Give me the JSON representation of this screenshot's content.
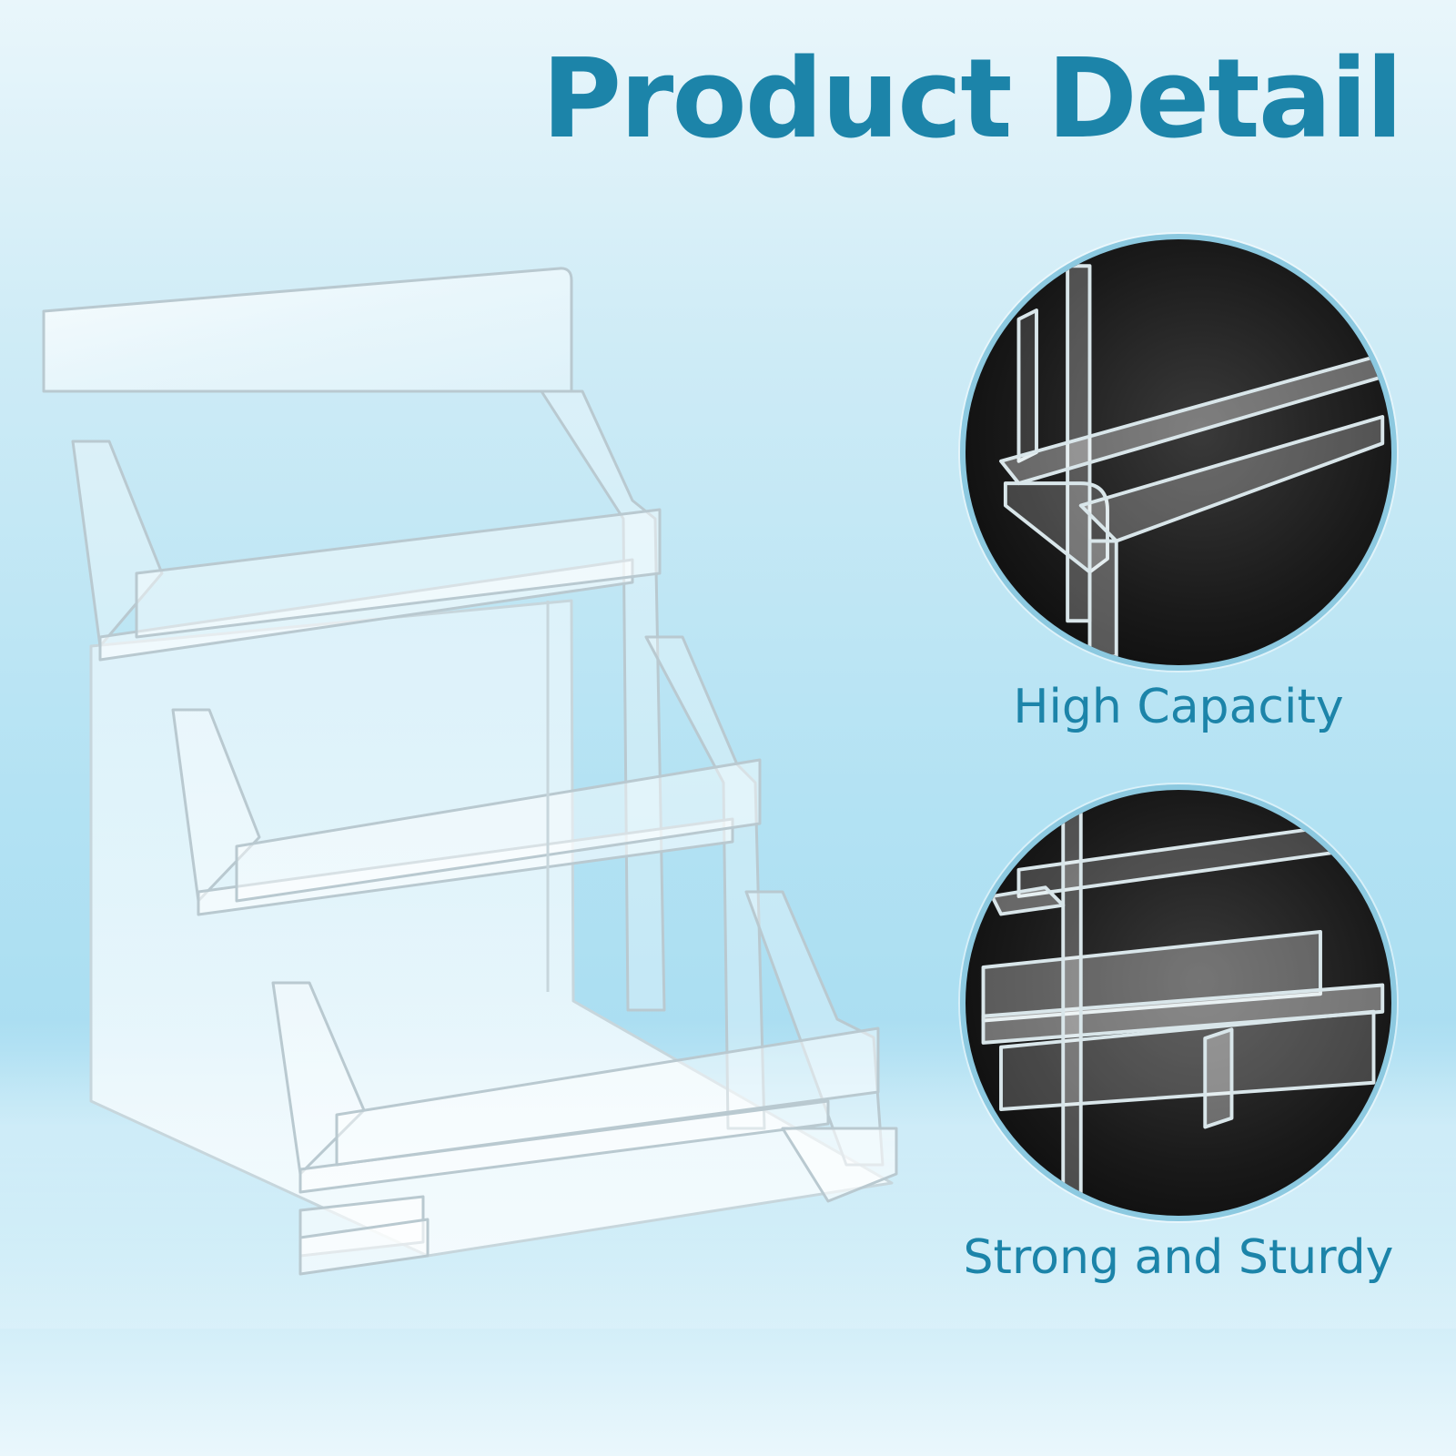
{
  "title": "Product Detail",
  "features": [
    {
      "caption": "High Capacity",
      "icon": "acrylic-shelf-closeup"
    },
    {
      "caption": "Strong and Sturdy",
      "icon": "acrylic-tiers-closeup"
    }
  ],
  "colors": {
    "accent": "#1c84a9",
    "background_top": "#e9f6fb",
    "background_mid": "#aadef2",
    "circle_border": "#8cc9e0",
    "circle_fill": "#1a1a1a"
  }
}
